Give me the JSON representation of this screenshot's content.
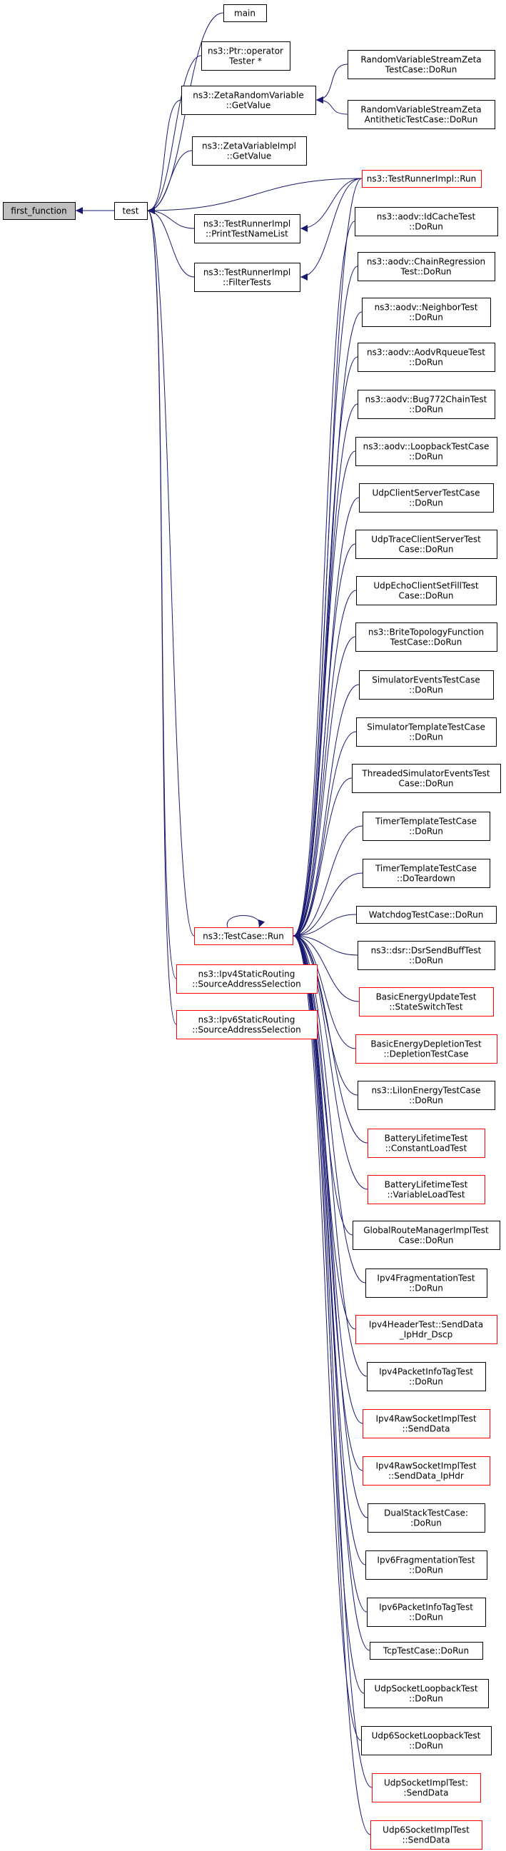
{
  "colors": {
    "edge": "#191970",
    "node_border_normal": "#000000",
    "node_border_truncated": "#ff0000",
    "root_fill": "#bfbfbf",
    "node_fill": "#ffffff"
  },
  "nodes": {
    "first_function": {
      "lines": [
        "first_function"
      ],
      "style": "root"
    },
    "test": {
      "lines": [
        "test"
      ],
      "style": "normal"
    },
    "main": {
      "lines": [
        "main"
      ],
      "style": "normal"
    },
    "ptr_operator": {
      "lines": [
        "ns3::Ptr::operator",
        "Tester *"
      ],
      "style": "normal"
    },
    "zeta_rv_getvalue": {
      "lines": [
        "ns3::ZetaRandomVariable",
        "::GetValue"
      ],
      "style": "normal"
    },
    "zeta_var_impl": {
      "lines": [
        "ns3::ZetaVariableImpl",
        "::GetValue"
      ],
      "style": "normal"
    },
    "trimpl_printtestnamelist": {
      "lines": [
        "ns3::TestRunnerImpl",
        "::PrintTestNameList"
      ],
      "style": "normal"
    },
    "trimpl_filtertests": {
      "lines": [
        "ns3::TestRunnerImpl",
        "::FilterTests"
      ],
      "style": "normal"
    },
    "testcase_run": {
      "lines": [
        "ns3::TestCase::Run"
      ],
      "style": "truncated"
    },
    "ipv4_sas": {
      "lines": [
        "ns3::Ipv4StaticRouting",
        "::SourceAddressSelection"
      ],
      "style": "truncated"
    },
    "ipv6_sas": {
      "lines": [
        "ns3::Ipv6StaticRouting",
        "::SourceAddressSelection"
      ],
      "style": "truncated"
    },
    "rvs_zeta": {
      "lines": [
        "RandomVariableStreamZeta",
        "TestCase::DoRun"
      ],
      "style": "normal"
    },
    "rvs_zeta_anti": {
      "lines": [
        "RandomVariableStreamZeta",
        "AntitheticTestCase::DoRun"
      ],
      "style": "normal"
    },
    "trimpl_run": {
      "lines": [
        "ns3::TestRunnerImpl::Run"
      ],
      "style": "truncated"
    },
    "aodv_idcache": {
      "lines": [
        "ns3::aodv::IdCacheTest",
        "::DoRun"
      ],
      "style": "normal"
    },
    "aodv_chain": {
      "lines": [
        "ns3::aodv::ChainRegression",
        "Test::DoRun"
      ],
      "style": "normal"
    },
    "aodv_neighbor": {
      "lines": [
        "ns3::aodv::NeighborTest",
        "::DoRun"
      ],
      "style": "normal"
    },
    "aodv_rqueue": {
      "lines": [
        "ns3::aodv::AodvRqueueTest",
        "::DoRun"
      ],
      "style": "normal"
    },
    "aodv_bug772": {
      "lines": [
        "ns3::aodv::Bug772ChainTest",
        "::DoRun"
      ],
      "style": "normal"
    },
    "aodv_loopback": {
      "lines": [
        "ns3::aodv::LoopbackTestCase",
        "::DoRun"
      ],
      "style": "normal"
    },
    "udp_cs": {
      "lines": [
        "UdpClientServerTestCase",
        "::DoRun"
      ],
      "style": "normal"
    },
    "udp_trace": {
      "lines": [
        "UdpTraceClientServerTest",
        "Case::DoRun"
      ],
      "style": "normal"
    },
    "udp_echo": {
      "lines": [
        "UdpEchoClientSetFillTest",
        "Case::DoRun"
      ],
      "style": "normal"
    },
    "brite": {
      "lines": [
        "ns3::BriteTopologyFunction",
        "TestCase::DoRun"
      ],
      "style": "normal"
    },
    "sim_events": {
      "lines": [
        "SimulatorEventsTestCase",
        "::DoRun"
      ],
      "style": "normal"
    },
    "sim_template": {
      "lines": [
        "SimulatorTemplateTestCase",
        "::DoRun"
      ],
      "style": "normal"
    },
    "threaded_sim": {
      "lines": [
        "ThreadedSimulatorEventsTest",
        "Case::DoRun"
      ],
      "style": "normal"
    },
    "timer_dorun": {
      "lines": [
        "TimerTemplateTestCase",
        "::DoRun"
      ],
      "style": "normal"
    },
    "timer_teardown": {
      "lines": [
        "TimerTemplateTestCase",
        "::DoTeardown"
      ],
      "style": "normal"
    },
    "watchdog": {
      "lines": [
        "WatchdogTestCase::DoRun"
      ],
      "style": "normal"
    },
    "dsr_sendbuff": {
      "lines": [
        "ns3::dsr::DsrSendBuffTest",
        "::DoRun"
      ],
      "style": "normal"
    },
    "basic_energy_update": {
      "lines": [
        "BasicEnergyUpdateTest",
        "::StateSwitchTest"
      ],
      "style": "truncated"
    },
    "basic_energy_depletion": {
      "lines": [
        "BasicEnergyDepletionTest",
        "::DepletionTestCase"
      ],
      "style": "truncated"
    },
    "liion": {
      "lines": [
        "ns3::LiIonEnergyTestCase",
        "::DoRun"
      ],
      "style": "normal"
    },
    "battery_constant": {
      "lines": [
        "BatteryLifetimeTest",
        "::ConstantLoadTest"
      ],
      "style": "truncated"
    },
    "battery_variable": {
      "lines": [
        "BatteryLifetimeTest",
        "::VariableLoadTest"
      ],
      "style": "truncated"
    },
    "global_route": {
      "lines": [
        "GlobalRouteManagerImplTest",
        "Case::DoRun"
      ],
      "style": "normal"
    },
    "ipv4_frag": {
      "lines": [
        "Ipv4FragmentationTest",
        "::DoRun"
      ],
      "style": "normal"
    },
    "ipv4_header": {
      "lines": [
        "Ipv4HeaderTest::SendData",
        "_IpHdr_Dscp"
      ],
      "style": "truncated"
    },
    "ipv4_pkt_info": {
      "lines": [
        "Ipv4PacketInfoTagTest",
        "::DoRun"
      ],
      "style": "normal"
    },
    "ipv4_raw_send": {
      "lines": [
        "Ipv4RawSocketImplTest",
        "::SendData"
      ],
      "style": "truncated"
    },
    "ipv4_raw_send_iphdr": {
      "lines": [
        "Ipv4RawSocketImplTest",
        "::SendData_IpHdr"
      ],
      "style": "truncated"
    },
    "dualstack": {
      "lines": [
        "DualStackTestCase:",
        ":DoRun"
      ],
      "style": "normal"
    },
    "ipv6_frag": {
      "lines": [
        "Ipv6FragmentationTest",
        "::DoRun"
      ],
      "style": "normal"
    },
    "ipv6_pkt_info": {
      "lines": [
        "Ipv6PacketInfoTagTest",
        "::DoRun"
      ],
      "style": "normal"
    },
    "tcp": {
      "lines": [
        "TcpTestCase::DoRun"
      ],
      "style": "normal"
    },
    "udp_loopback": {
      "lines": [
        "UdpSocketLoopbackTest",
        "::DoRun"
      ],
      "style": "normal"
    },
    "udp6_loopback": {
      "lines": [
        "Udp6SocketLoopbackTest",
        "::DoRun"
      ],
      "style": "normal"
    },
    "udp_socket_send": {
      "lines": [
        "UdpSocketImplTest:",
        ":SendData"
      ],
      "style": "truncated"
    },
    "udp6_socket_send": {
      "lines": [
        "Udp6SocketImplTest",
        "::SendData"
      ],
      "style": "truncated"
    }
  },
  "edges": [
    [
      "test",
      "first_function"
    ],
    [
      "main",
      "test"
    ],
    [
      "ptr_operator",
      "test"
    ],
    [
      "zeta_rv_getvalue",
      "test"
    ],
    [
      "zeta_var_impl",
      "test"
    ],
    [
      "trimpl_printtestnamelist",
      "test"
    ],
    [
      "trimpl_filtertests",
      "test"
    ],
    [
      "testcase_run",
      "test"
    ],
    [
      "ipv4_sas",
      "test"
    ],
    [
      "ipv6_sas",
      "test"
    ],
    [
      "trimpl_run",
      "test"
    ],
    [
      "rvs_zeta",
      "zeta_rv_getvalue"
    ],
    [
      "rvs_zeta_anti",
      "zeta_rv_getvalue"
    ],
    [
      "trimpl_run",
      "trimpl_printtestnamelist"
    ],
    [
      "trimpl_run",
      "trimpl_filtertests"
    ],
    [
      "testcase_run",
      "testcase_run"
    ],
    [
      "trimpl_run",
      "testcase_run"
    ],
    [
      "aodv_idcache",
      "testcase_run"
    ],
    [
      "aodv_chain",
      "testcase_run"
    ],
    [
      "aodv_neighbor",
      "testcase_run"
    ],
    [
      "aodv_rqueue",
      "testcase_run"
    ],
    [
      "aodv_bug772",
      "testcase_run"
    ],
    [
      "aodv_loopback",
      "testcase_run"
    ],
    [
      "udp_cs",
      "testcase_run"
    ],
    [
      "udp_trace",
      "testcase_run"
    ],
    [
      "udp_echo",
      "testcase_run"
    ],
    [
      "brite",
      "testcase_run"
    ],
    [
      "sim_events",
      "testcase_run"
    ],
    [
      "sim_template",
      "testcase_run"
    ],
    [
      "threaded_sim",
      "testcase_run"
    ],
    [
      "timer_dorun",
      "testcase_run"
    ],
    [
      "timer_teardown",
      "testcase_run"
    ],
    [
      "watchdog",
      "testcase_run"
    ],
    [
      "dsr_sendbuff",
      "testcase_run"
    ],
    [
      "basic_energy_update",
      "testcase_run"
    ],
    [
      "basic_energy_depletion",
      "testcase_run"
    ],
    [
      "liion",
      "testcase_run"
    ],
    [
      "battery_constant",
      "testcase_run"
    ],
    [
      "battery_variable",
      "testcase_run"
    ],
    [
      "global_route",
      "testcase_run"
    ],
    [
      "ipv4_frag",
      "testcase_run"
    ],
    [
      "ipv4_header",
      "testcase_run"
    ],
    [
      "ipv4_pkt_info",
      "testcase_run"
    ],
    [
      "ipv4_raw_send",
      "testcase_run"
    ],
    [
      "ipv4_raw_send_iphdr",
      "testcase_run"
    ],
    [
      "dualstack",
      "testcase_run"
    ],
    [
      "ipv6_frag",
      "testcase_run"
    ],
    [
      "ipv6_pkt_info",
      "testcase_run"
    ],
    [
      "tcp",
      "testcase_run"
    ],
    [
      "udp_loopback",
      "testcase_run"
    ],
    [
      "udp6_loopback",
      "testcase_run"
    ],
    [
      "udp_socket_send",
      "testcase_run"
    ],
    [
      "udp6_socket_send",
      "testcase_run"
    ]
  ]
}
